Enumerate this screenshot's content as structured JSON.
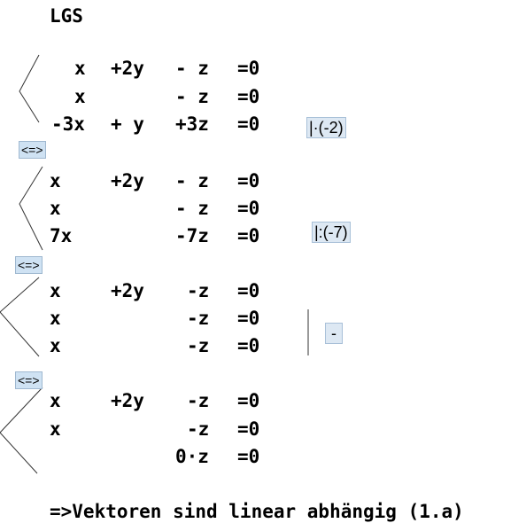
{
  "title": "LGS",
  "systems": [
    {
      "rows": [
        [
          "x",
          "+2y",
          "- z",
          "=0"
        ],
        [
          "x",
          "",
          "- z",
          "=0"
        ],
        [
          "-3x",
          "+ y",
          "+3z",
          "=0"
        ]
      ],
      "note": "|·(-2)"
    },
    {
      "rows": [
        [
          "x",
          "+2y",
          "- z",
          "=0"
        ],
        [
          "x",
          "",
          "- z",
          "=0"
        ],
        [
          "7x",
          "",
          "-7z",
          "=0"
        ]
      ],
      "note": "|:(-7)"
    },
    {
      "rows": [
        [
          "x",
          "+2y",
          "-z",
          "=0"
        ],
        [
          "x",
          "",
          "-z",
          "=0"
        ],
        [
          "x",
          "",
          "-z",
          "=0"
        ]
      ],
      "note": "-"
    },
    {
      "rows": [
        [
          "x",
          "+2y",
          "-z",
          "=0"
        ],
        [
          "x",
          "",
          "-z",
          "=0"
        ],
        [
          "",
          "",
          "0·z",
          "=0"
        ]
      ]
    }
  ],
  "equiv_labels": [
    "<=>",
    "<=>",
    "<=>"
  ],
  "conclusion": "=>Vektoren sind linear abhängig (1.a)"
}
